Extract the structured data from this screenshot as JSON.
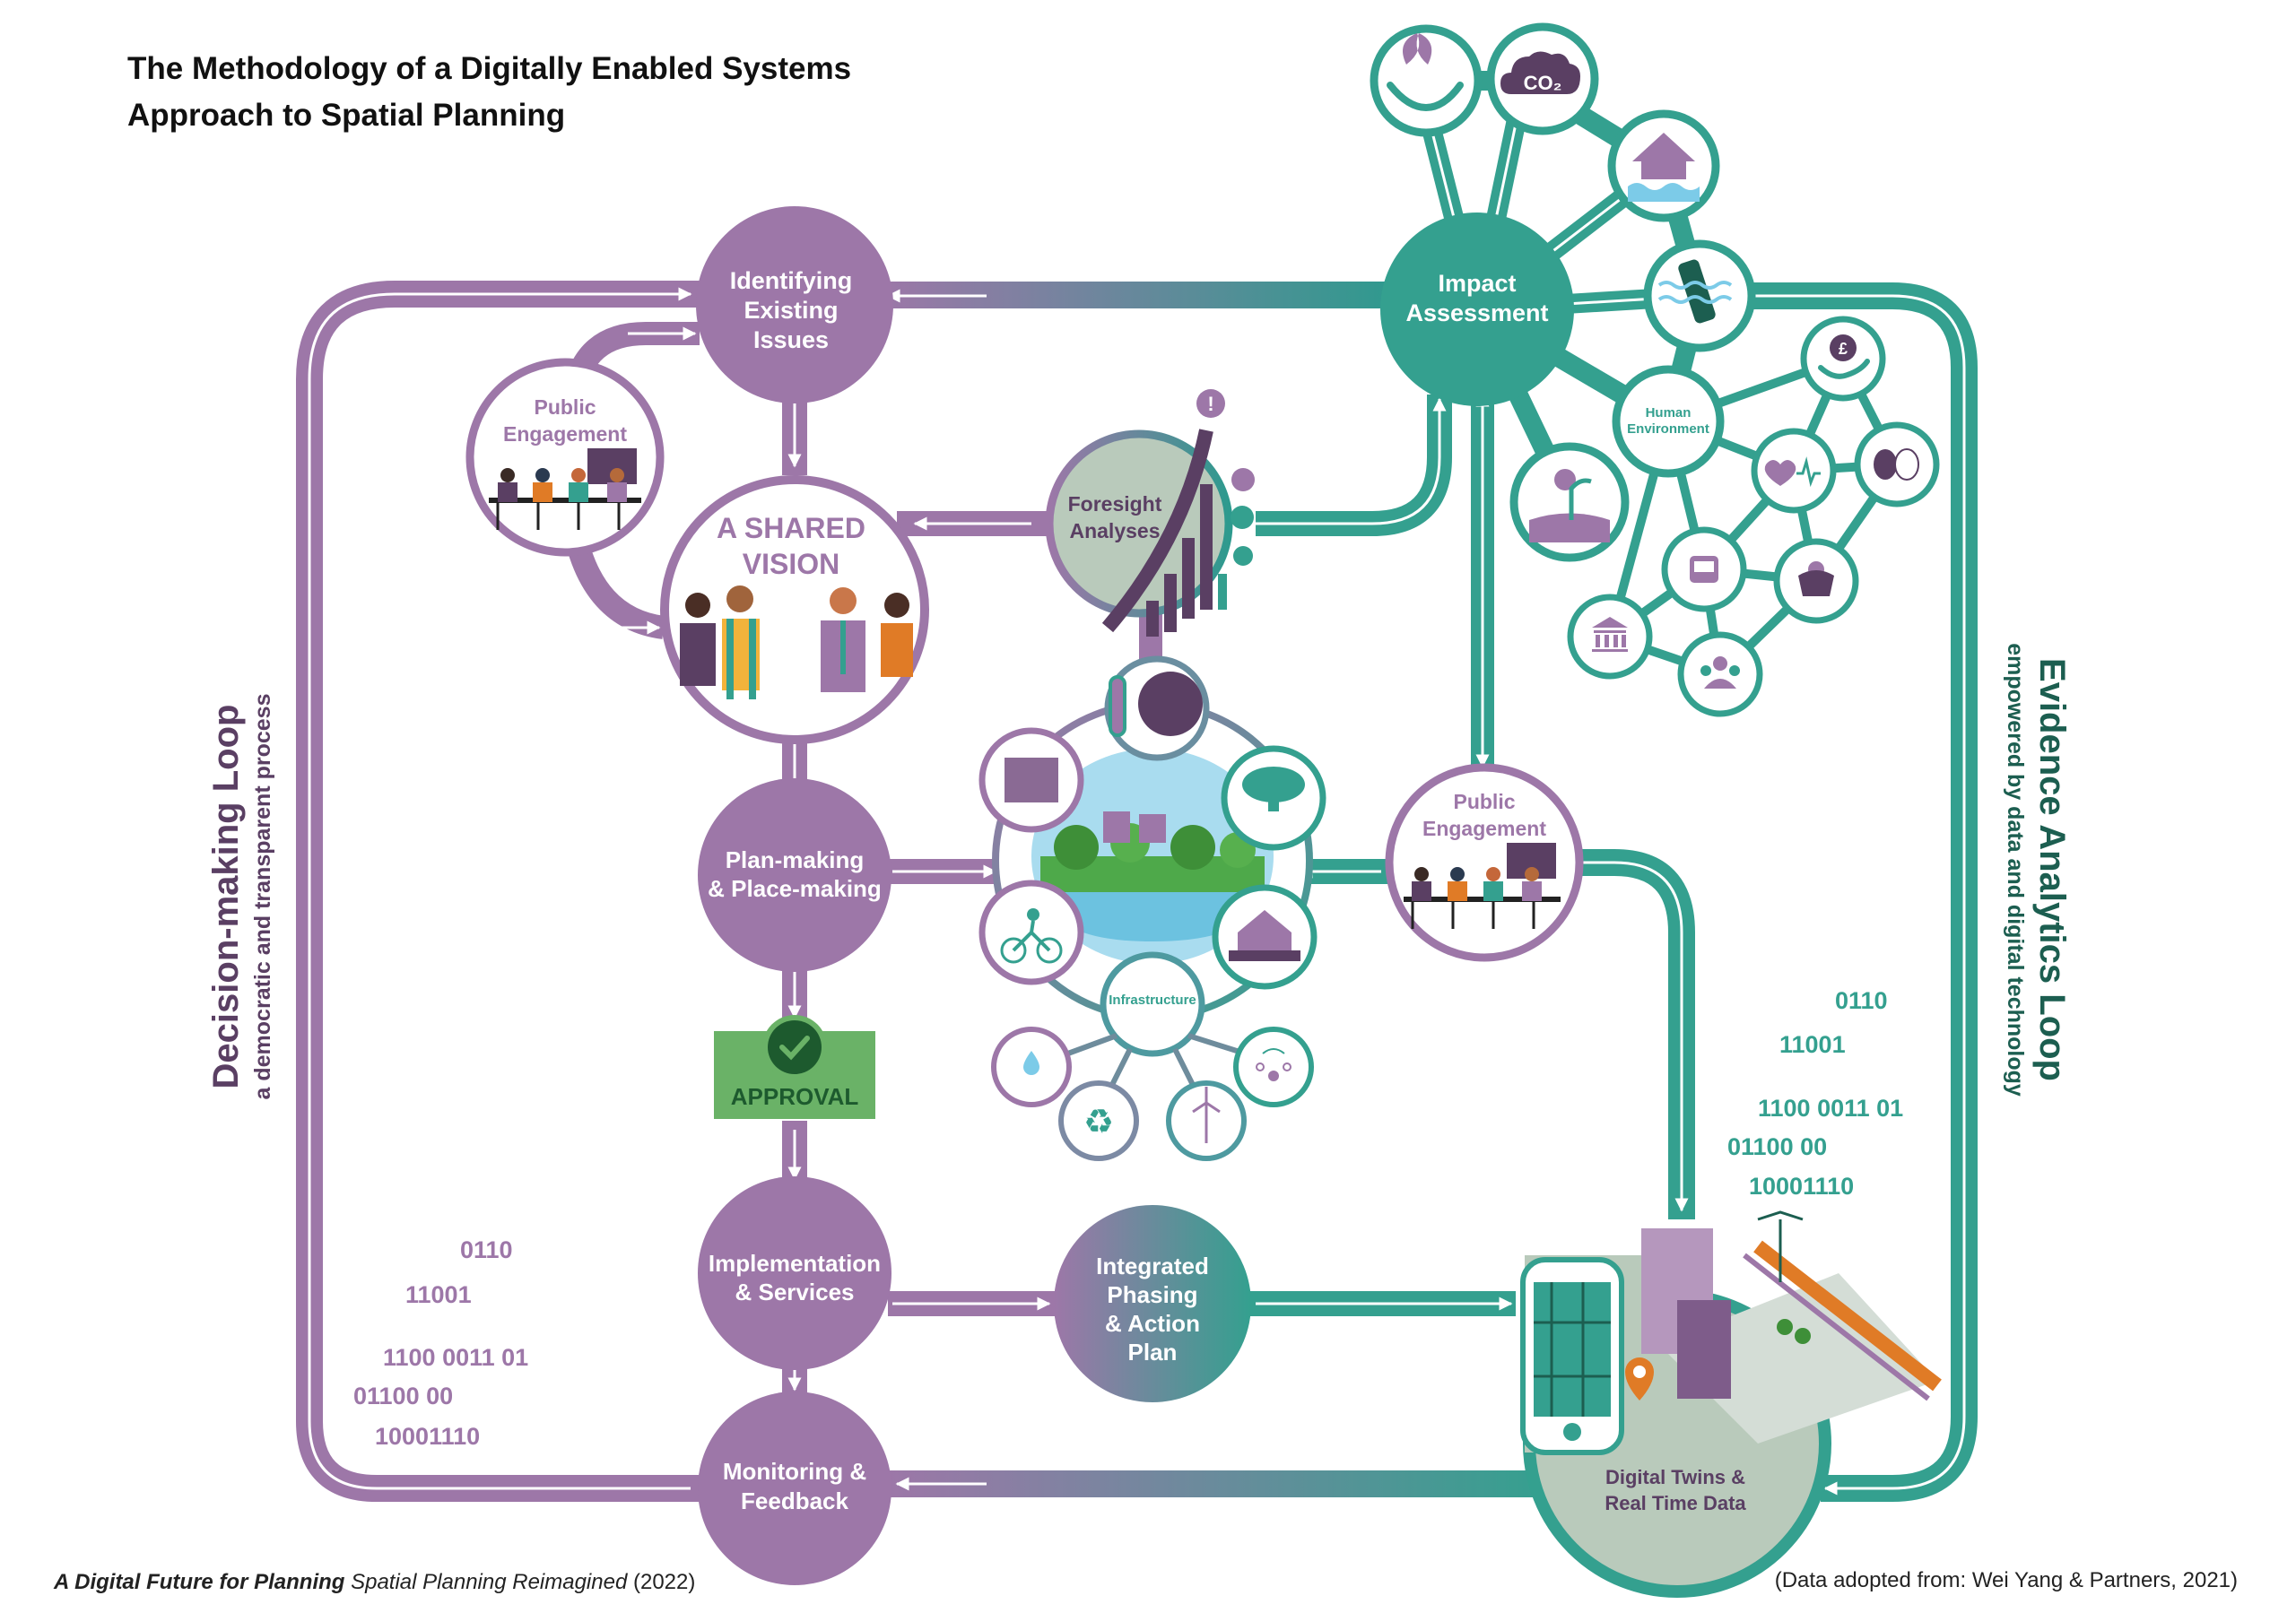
{
  "title": {
    "line1": "The Methodology of a Digitally Enabled Systems",
    "line2": "Approach to Spatial Planning"
  },
  "colors": {
    "purple": "#9d77a8",
    "purple_dark": "#5a3f63",
    "teal": "#34a08f",
    "teal_dark": "#1c5e50",
    "sage": "#b9cabb",
    "approval_green": "#6ab267",
    "approval_dark": "#1d5a2e",
    "sky": "#7ccbe8",
    "orange": "#e07b26"
  },
  "loops": {
    "decision": {
      "title": "Decision-making Loop",
      "subtitle": "a democratic and transparent process"
    },
    "evidence": {
      "title": "Evidence Analytics Loop",
      "subtitle": "empowered by data and digital technology"
    }
  },
  "nodes": {
    "identifying": [
      "Identifying",
      "Existing",
      "Issues"
    ],
    "public_engagement_left": [
      "Public",
      "Engagement"
    ],
    "shared_vision": [
      "A SHARED",
      "VISION"
    ],
    "foresight": [
      "Foresight",
      "Analyses"
    ],
    "plan_making": [
      "Plan-making",
      "& Place-making"
    ],
    "approval": "APPROVAL",
    "implementation": [
      "Implementation",
      "& Services"
    ],
    "integrated": [
      "Integrated",
      "Phasing",
      "& Action",
      "Plan"
    ],
    "monitoring": [
      "Monitoring &",
      "Feedback"
    ],
    "impact": [
      "Impact",
      "Assessment"
    ],
    "human_env": [
      "Human",
      "Environment"
    ],
    "public_engagement_right": [
      "Public",
      "Engagement"
    ],
    "infrastructure": "Infrastructure",
    "digital_twins": [
      "Digital Twins &",
      "Real Time Data"
    ]
  },
  "impact_icons": [
    "hand-plant-icon",
    "co2-cloud-icon",
    "flooded-house-icon",
    "ocean-plastic-icon",
    "soil-plant-icon"
  ],
  "human_icons": [
    "hand-money-icon",
    "heart-rate-icon",
    "theatre-masks-icon",
    "smart-bus-icon",
    "relaxing-person-icon",
    "museum-icon",
    "community-icon"
  ],
  "infra_icons": [
    "map-icon",
    "thermometer-globe-icon",
    "tree-icon",
    "cyclist-icon",
    "town-hall-icon",
    "water-drop-icon",
    "recycle-icon",
    "wind-turbine-icon",
    "smart-network-icon"
  ],
  "binary_left": [
    "0110",
    "11001",
    "1100 0011 01",
    "01100 00",
    "10001110"
  ],
  "binary_right": [
    "0110",
    "11001",
    "1100 0011 01",
    "01100 00",
    "10001110"
  ],
  "footer": {
    "left_italic_bold": "A Digital Future for Planning",
    "left_italic": " Spatial Planning Reimagined",
    "left_year": " (2022)",
    "right": "(Data adopted from: Wei Yang & Partners, 2021)"
  }
}
